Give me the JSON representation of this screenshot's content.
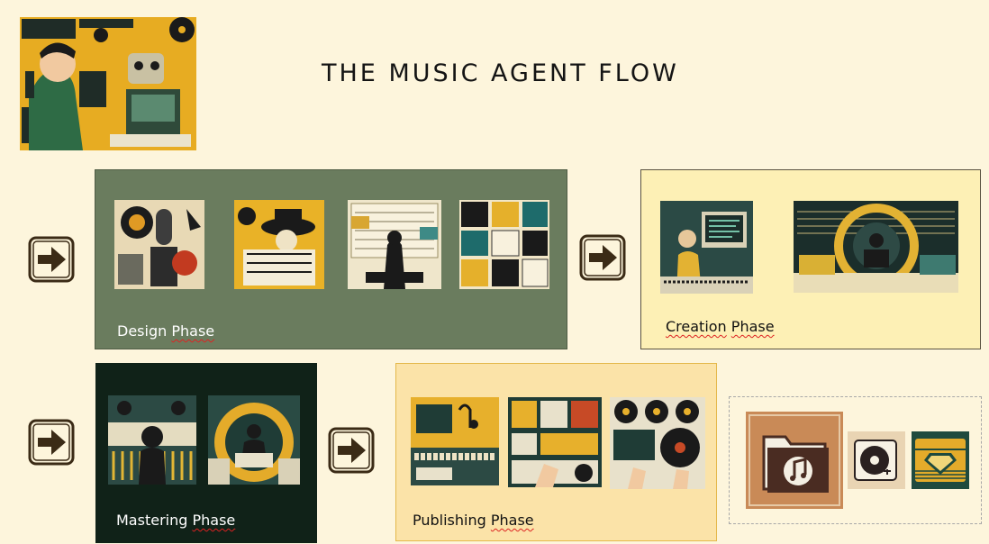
{
  "title": "THE MUSIC AGENT FLOW",
  "phases": {
    "design": {
      "label_word": "Design",
      "label_phase": "Phase",
      "thumbnails": [
        "vintage-microphone-collage",
        "hat-musician-composing",
        "pianist-at-score-wall",
        "music-infographic-grid"
      ]
    },
    "creation": {
      "label_word": "Creation",
      "label_phase": "Phase",
      "thumbnails": [
        "producer-at-computer",
        "studio-cycle-wheel"
      ]
    },
    "mastering": {
      "label_word": "Mastering",
      "label_phase": "Phase",
      "thumbnails": [
        "engineer-at-mixing-console",
        "producer-in-sound-circle"
      ]
    },
    "publishing": {
      "label_word": "Publishing",
      "label_phase": "Phase",
      "thumbnails": [
        "keyboard-and-notes-collage",
        "booklet-cover-design",
        "vinyl-records-hands"
      ]
    }
  },
  "outputs": {
    "icons": [
      "music-folder-icon",
      "vinyl-record-icon",
      "gem-folder-icon"
    ]
  },
  "icons": {
    "flow_arrow": "right-arrow-icon"
  },
  "colors": {
    "background": "#fdf5dc",
    "design_panel": "#6a7c5e",
    "creation_panel": "#fdf0b5",
    "mastering_panel": "#102218",
    "publishing_panel": "#fbe3a8",
    "accent_gold": "#e6ad22",
    "arrow_brown": "#3b2b16"
  }
}
